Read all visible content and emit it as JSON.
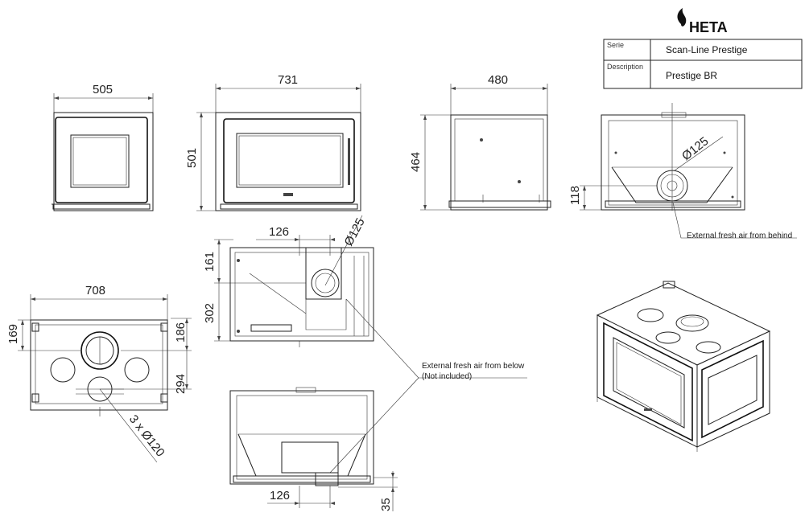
{
  "brand": {
    "name": "HETA"
  },
  "title_block": {
    "serie_label": "Serie",
    "serie_value": "Scan-Line Prestige",
    "description_label": "Description",
    "description_value": "Prestige BR"
  },
  "dimensions": {
    "front_width": "505",
    "wide_width": "731",
    "height": "501",
    "side_width": "480",
    "side_height": "464",
    "back_height": "118",
    "back_duct": "Ø125",
    "top_depth": "708",
    "top_169": "169",
    "top_186": "186",
    "top_294": "294",
    "top_holes": "3 x Ø120",
    "sec_126": "126",
    "sec_duct": "Ø125",
    "sec_161": "161",
    "sec_302": "302",
    "bot_126": "126",
    "bot_35": "35"
  },
  "notes": {
    "air_behind": "External fresh air from behind",
    "air_below_1": "External fresh air from below",
    "air_below_2": "(Not included)"
  }
}
